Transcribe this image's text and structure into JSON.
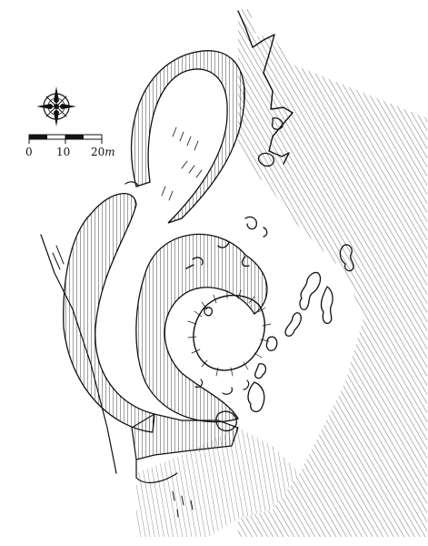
{
  "scale_bar": {
    "labels": [
      "0",
      "10",
      "20"
    ],
    "unit": "m"
  },
  "compass": {
    "icon": "compass-rose-icon"
  },
  "colors": {
    "ink": "#111111",
    "paper": "#ffffff"
  }
}
